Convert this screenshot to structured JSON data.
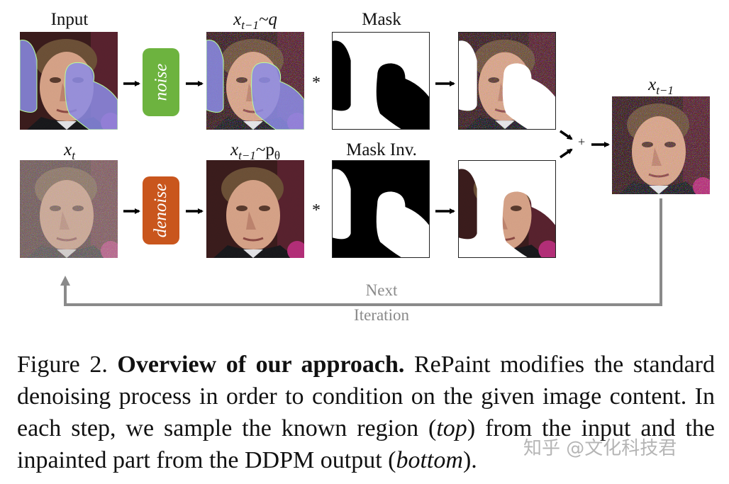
{
  "labels": {
    "input": "Input",
    "x_prev_q": "x",
    "x_prev_q_sub": "t−1",
    "x_prev_q_rest": "~q",
    "mask": "Mask",
    "x_t": "x",
    "x_t_sub": "t",
    "x_prev_p": "x",
    "x_prev_p_sub": "t−1",
    "x_prev_p_rest": "~p",
    "x_prev_p_theta": "θ",
    "mask_inv": "Mask Inv.",
    "x_out": "x",
    "x_out_sub": "t−1"
  },
  "ops": {
    "noise": "noise",
    "denoise": "denoise",
    "mult": "*",
    "plus": "+"
  },
  "loop": {
    "line1": "Next",
    "line2": "Iteration"
  },
  "caption": {
    "prefix": "Figure 2.",
    "bold": "Overview of our approach.",
    "text1": "RePaint modifies the standard denoising process in order to condition on the given image content. In each step, we sample the known region (",
    "top": "top",
    "text2": ") from the input and the inpainted part from the DDPM output (",
    "bottom": "bottom",
    "text3": ")."
  },
  "watermark": "知乎 @文化科技君",
  "colors": {
    "noise": "#6db33f",
    "denoise": "#c9561d",
    "mask_overlay": "#8c8ce6",
    "arrow_gray": "#8a8a8a"
  }
}
